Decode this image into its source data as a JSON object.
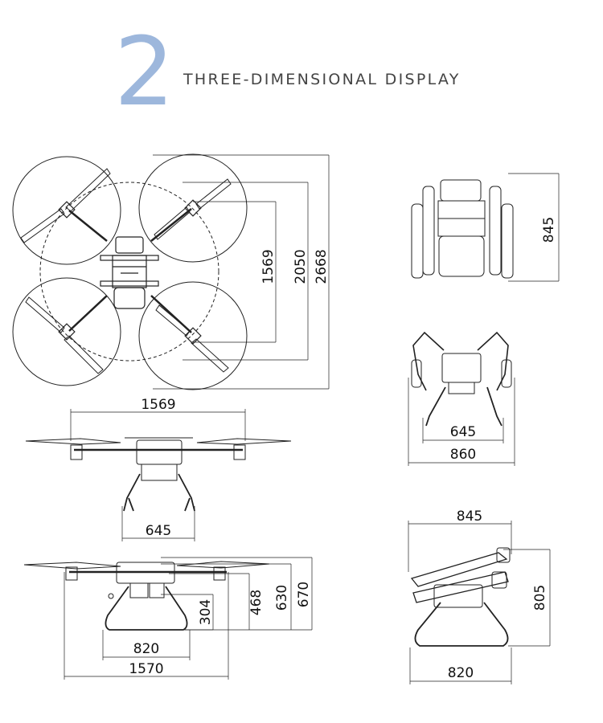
{
  "header": {
    "section_number": "2",
    "title": "THREE-DIMENSIONAL DISPLAY",
    "accent_color": "#9db7dc"
  },
  "views": {
    "top_view": {
      "dim_rotor_span": "1569",
      "dim_inner_span": "2050",
      "dim_overall_span": "2668"
    },
    "front_view": {
      "dim_width": "1569",
      "dim_landing_gear": "645"
    },
    "side_view": {
      "dim_h_304": "304",
      "dim_h_468": "468",
      "dim_h_630": "630",
      "dim_h_670": "670",
      "dim_landing_gear": "820",
      "dim_length": "1570"
    },
    "folded_top": {
      "dim_height": "845"
    },
    "folded_front": {
      "dim_landing_gear": "645",
      "dim_width": "860"
    },
    "folded_side": {
      "dim_width": "845",
      "dim_height": "805",
      "dim_landing_gear": "820"
    }
  }
}
